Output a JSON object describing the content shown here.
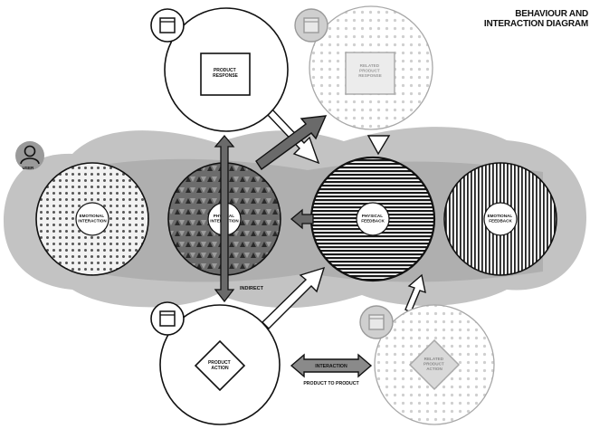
{
  "title": {
    "line1": "BEHAVIOUR AND",
    "line2": "INTERACTION DIAGRAM"
  },
  "user": {
    "label": "USER",
    "icon": "user-icon"
  },
  "nodes": {
    "emotional_interaction": [
      "EMOTIONAL",
      "INTERACTION"
    ],
    "physical_interaction": [
      "PHYSICAL",
      "INTERACTION"
    ],
    "physical_feedback": [
      "PHYSICAL",
      "FEEDBACK"
    ],
    "emotional_feedback": [
      "EMOTIONAL",
      "FEEDBACK"
    ],
    "product_response": [
      "PRODUCT",
      "RESPONSE"
    ],
    "related_product_response": [
      "RELATED",
      "PRODUCT",
      "RESPONSE"
    ],
    "product_action": [
      "PRODUCT",
      "ACTION"
    ],
    "related_product_action": [
      "RELATED",
      "PRODUCT",
      "ACTION"
    ]
  },
  "labels": {
    "indirect": "INDIRECT",
    "interaction": "INTERACTION",
    "product_to_product": "PRODUCT TO PRODUCT"
  },
  "icons": [
    "window-icon",
    "user-icon"
  ],
  "colors": {
    "band": "#c3c3c3",
    "outline": "#111111",
    "arrow_dark": "#6a6a6a",
    "arrow_light": "#ffffff",
    "faded": "#9a9a9a"
  }
}
